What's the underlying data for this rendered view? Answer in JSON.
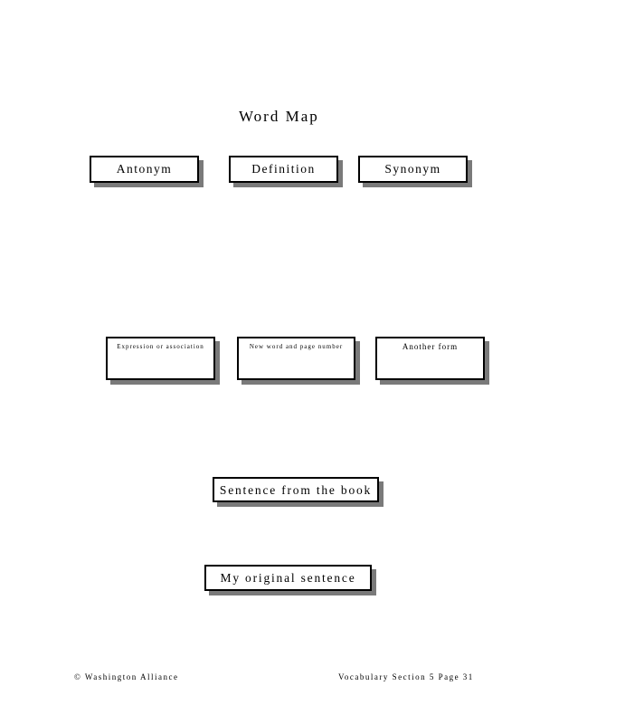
{
  "page": {
    "title": "Word Map"
  },
  "row1": {
    "antonym": "Antonym",
    "definition": "Definition",
    "synonym": "Synonym"
  },
  "row2": {
    "expression": "Expression or association",
    "new_word": "New word and page number",
    "another_form": "Another form"
  },
  "sentences": {
    "from_book": "Sentence from the book",
    "original": "My original sentence"
  },
  "footer": {
    "left": "© Washington Alliance",
    "right": "Vocabulary Section 5 Page 31"
  }
}
